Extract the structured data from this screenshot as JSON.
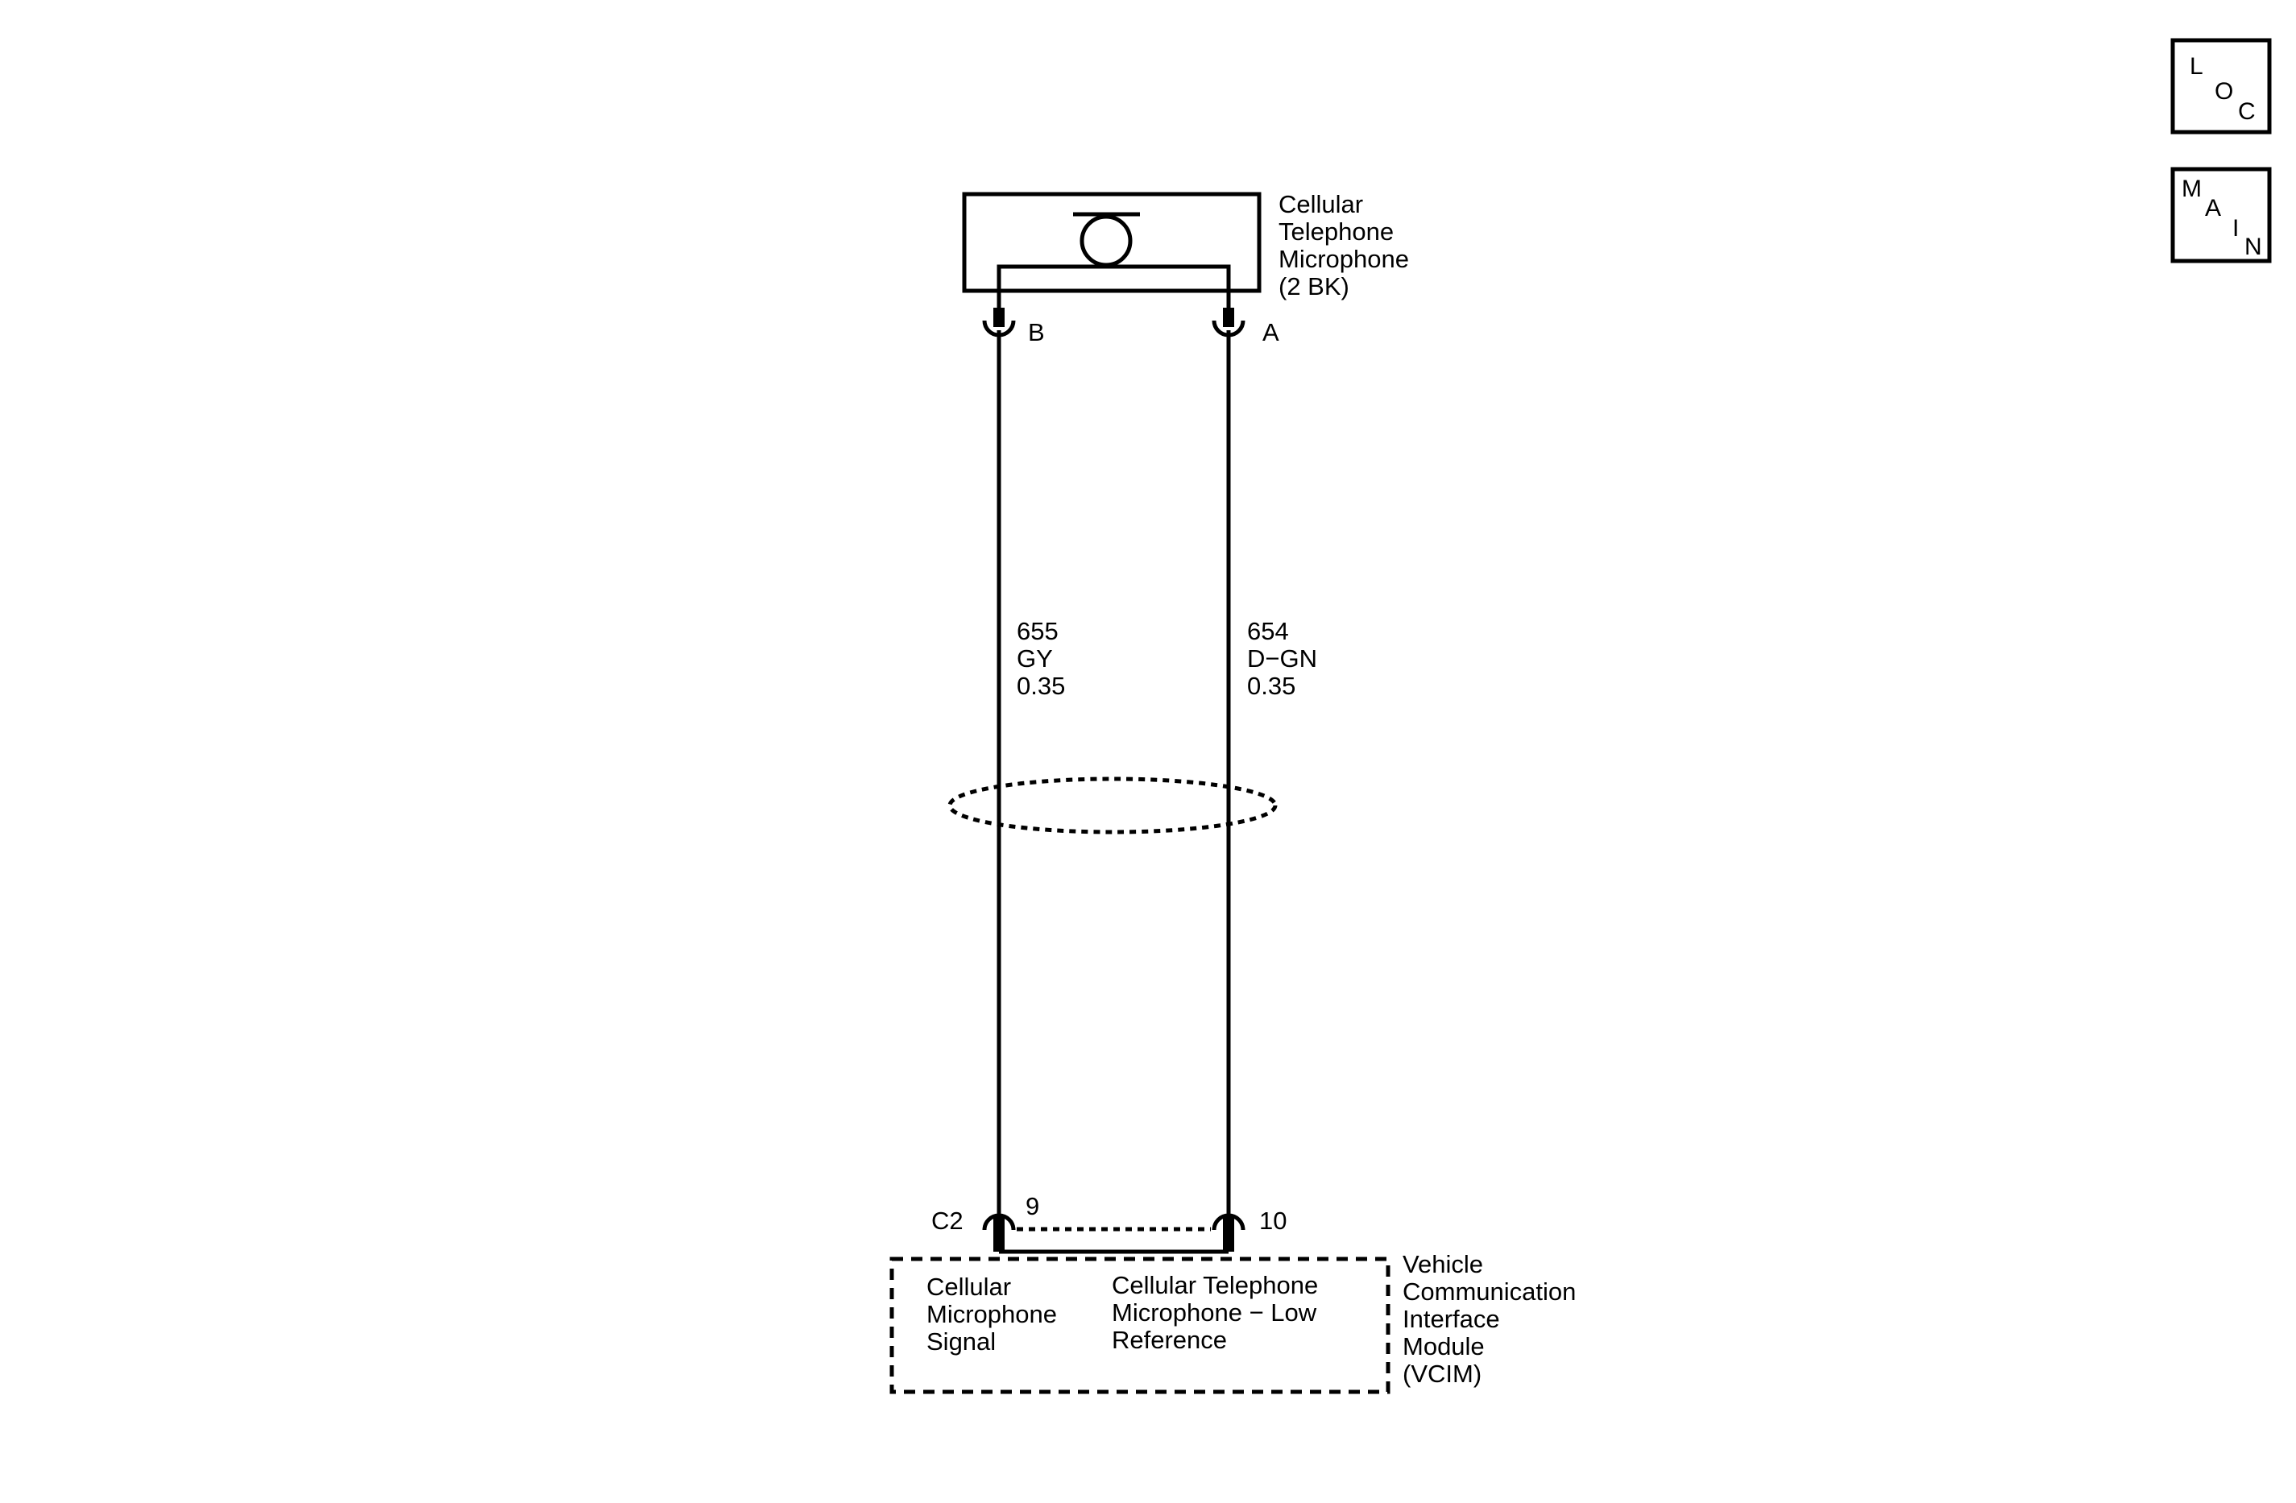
{
  "nav": {
    "loc": [
      "L",
      "O",
      "C"
    ],
    "main": [
      "M",
      "A",
      "I",
      "N"
    ]
  },
  "microphone": {
    "name_lines": [
      "Cellular",
      "Telephone",
      "Microphone",
      "(2 BK)"
    ],
    "pin_b": "B",
    "pin_a": "A"
  },
  "circuits": {
    "left": {
      "number": "655",
      "color": "GY",
      "size": "0.35"
    },
    "right": {
      "number": "654",
      "color": "D−GN",
      "size": "0.35"
    }
  },
  "vcim": {
    "connector": "C2",
    "pin_left": "9",
    "pin_right": "10",
    "signal_left": [
      "Cellular",
      "Microphone",
      "Signal"
    ],
    "signal_right": [
      "Cellular Telephone",
      "Microphone − Low",
      "Reference"
    ],
    "name_lines": [
      "Vehicle",
      "Communication",
      "Interface",
      "Module",
      "(VCIM)"
    ]
  }
}
